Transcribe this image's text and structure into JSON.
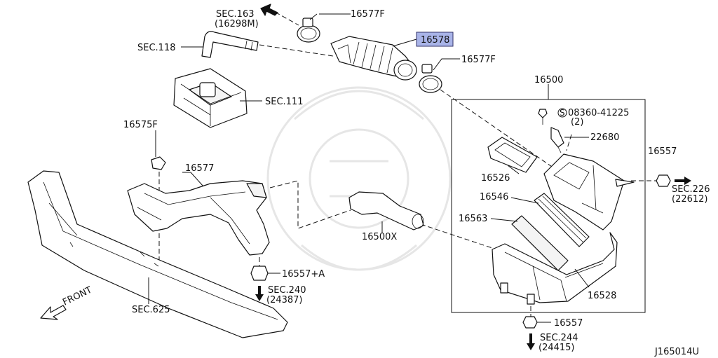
{
  "diagram_id": "J165014U",
  "highlight_color": "#a9b4e8",
  "labels": {
    "sec163": "SEC.163",
    "sec163_sub": "(16298M)",
    "p16577f_top": "16577F",
    "p16578": "16578",
    "sec118": "SEC.118",
    "p16577f_mid": "16577F",
    "sec111": "SEC.111",
    "p16500": "16500",
    "p08360": "08360-41225",
    "p08360_qty": "(2)",
    "p08360_mark": "S",
    "p22680": "22680",
    "p16575f": "16575F",
    "p16577": "16577",
    "p16526": "16526",
    "p16557_right": "16557",
    "sec226": "SEC.226",
    "sec226_sub": "(22612)",
    "p16546": "16546",
    "p16563": "16563",
    "p16500x": "16500X",
    "p16557a": "16557+A",
    "sec240": "SEC.240",
    "sec240_sub": "(24387)",
    "front": "FRONT",
    "sec625": "SEC.625",
    "p16528": "16528",
    "p16557_bottom": "16557",
    "sec244": "SEC.244",
    "sec244_sub": "(24415)"
  }
}
